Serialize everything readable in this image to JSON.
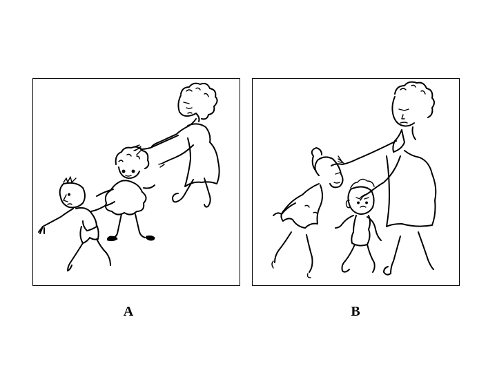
{
  "panels": [
    {
      "id": "A",
      "caption": "A",
      "illustration": "woman-reaching-children-running-left"
    },
    {
      "id": "B",
      "caption": "B",
      "illustration": "woman-touching-children-walking"
    }
  ],
  "colors": {
    "background": "#ffffff",
    "ink": "#000000"
  }
}
